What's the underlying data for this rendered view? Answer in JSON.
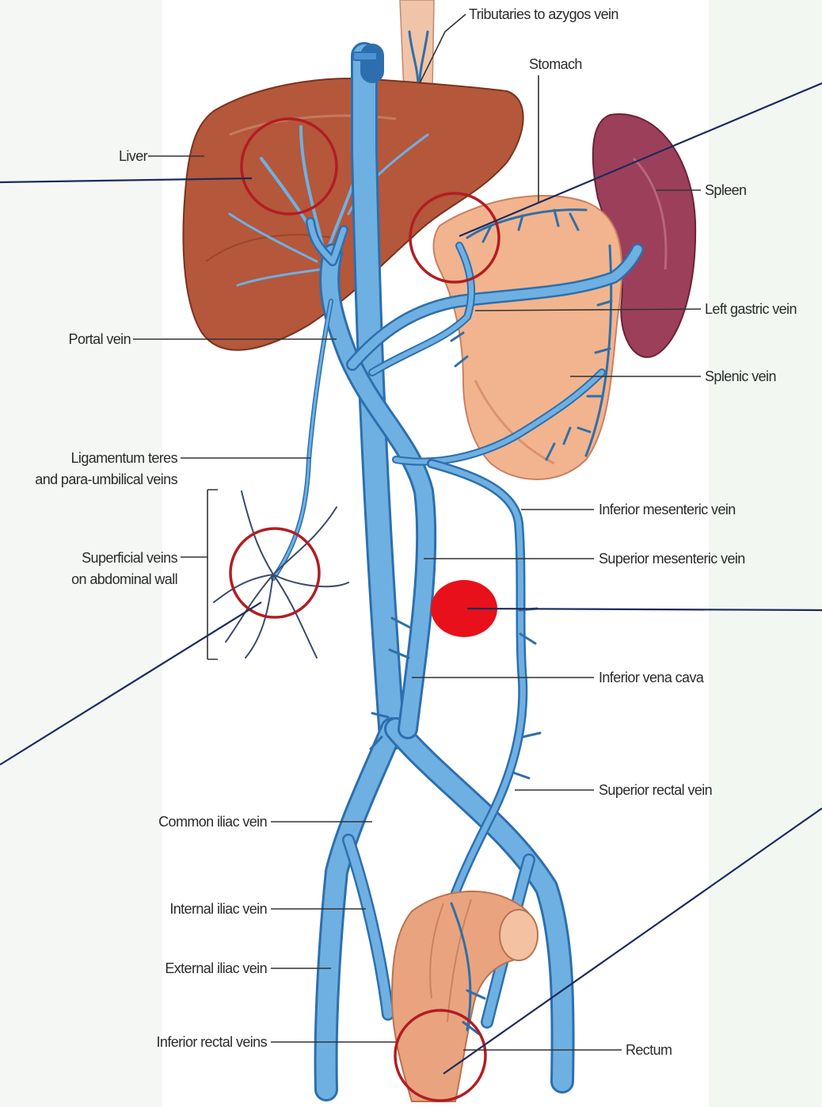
{
  "labels": {
    "tributaries_azygos": "Tributaries to azygos vein",
    "stomach": "Stomach",
    "liver": "Liver",
    "spleen": "Spleen",
    "left_gastric_vein": "Left gastric vein",
    "portal_vein": "Portal vein",
    "splenic_vein": "Splenic vein",
    "ligamentum_line1": "Ligamentum teres",
    "ligamentum_line2": "and para-umbilical veins",
    "inferior_mesenteric_vein": "Inferior mesenteric vein",
    "superficial_line1": "Superficial veins",
    "superficial_line2": "on abdominal wall",
    "superior_mesenteric_vein": "Superior mesenteric vein",
    "inferior_vena_cava": "Inferior vena cava",
    "superior_rectal_vein": "Superior rectal vein",
    "common_iliac_vein": "Common iliac vein",
    "internal_iliac_vein": "Internal iliac vein",
    "external_iliac_vein": "External iliac vein",
    "inferior_rectal_veins": "Inferior rectal veins",
    "rectum": "Rectum"
  },
  "colors": {
    "liver": "#b5573a",
    "stomach": "#f2b48e",
    "spleen": "#9c3f5a",
    "vein": "#4d93d3",
    "highlight_ring": "#b21d22",
    "marker": "#e8101a",
    "pointer_line": "#1d2a5e"
  }
}
